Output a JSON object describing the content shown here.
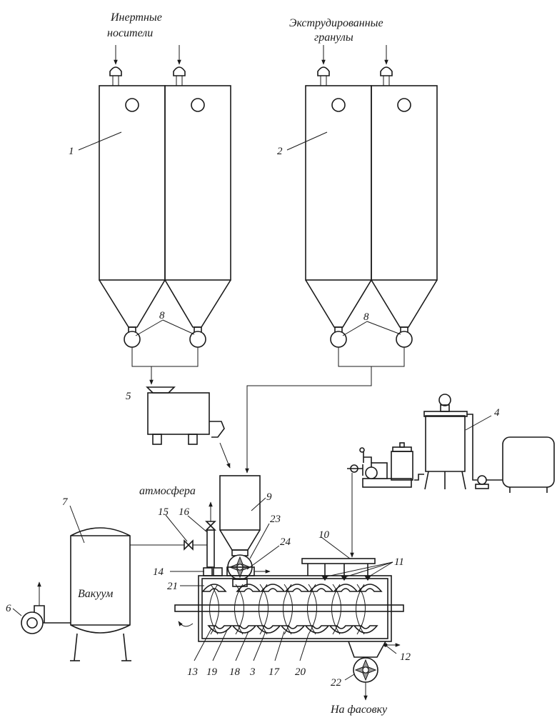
{
  "labels": {
    "inert_line1": "Инертные",
    "inert_line2": "носители",
    "extruded_line1": "Экструдированные",
    "extruded_line2": "гранулы",
    "atmosphere": "атмосфера",
    "vacuum": "Вакуум",
    "to_packing": "На фасовку"
  },
  "numbers": {
    "n1": "1",
    "n2": "2",
    "n3": "3",
    "n4": "4",
    "n5": "5",
    "n6": "6",
    "n7": "7",
    "n8a": "8",
    "n8b": "8",
    "n9": "9",
    "n10": "10",
    "n11": "11",
    "n12": "12",
    "n13": "13",
    "n14": "14",
    "n15": "15",
    "n16": "16",
    "n17": "17",
    "n18": "18",
    "n19": "19",
    "n20": "20",
    "n21": "21",
    "n22": "22",
    "n23": "23",
    "n24": "24"
  }
}
